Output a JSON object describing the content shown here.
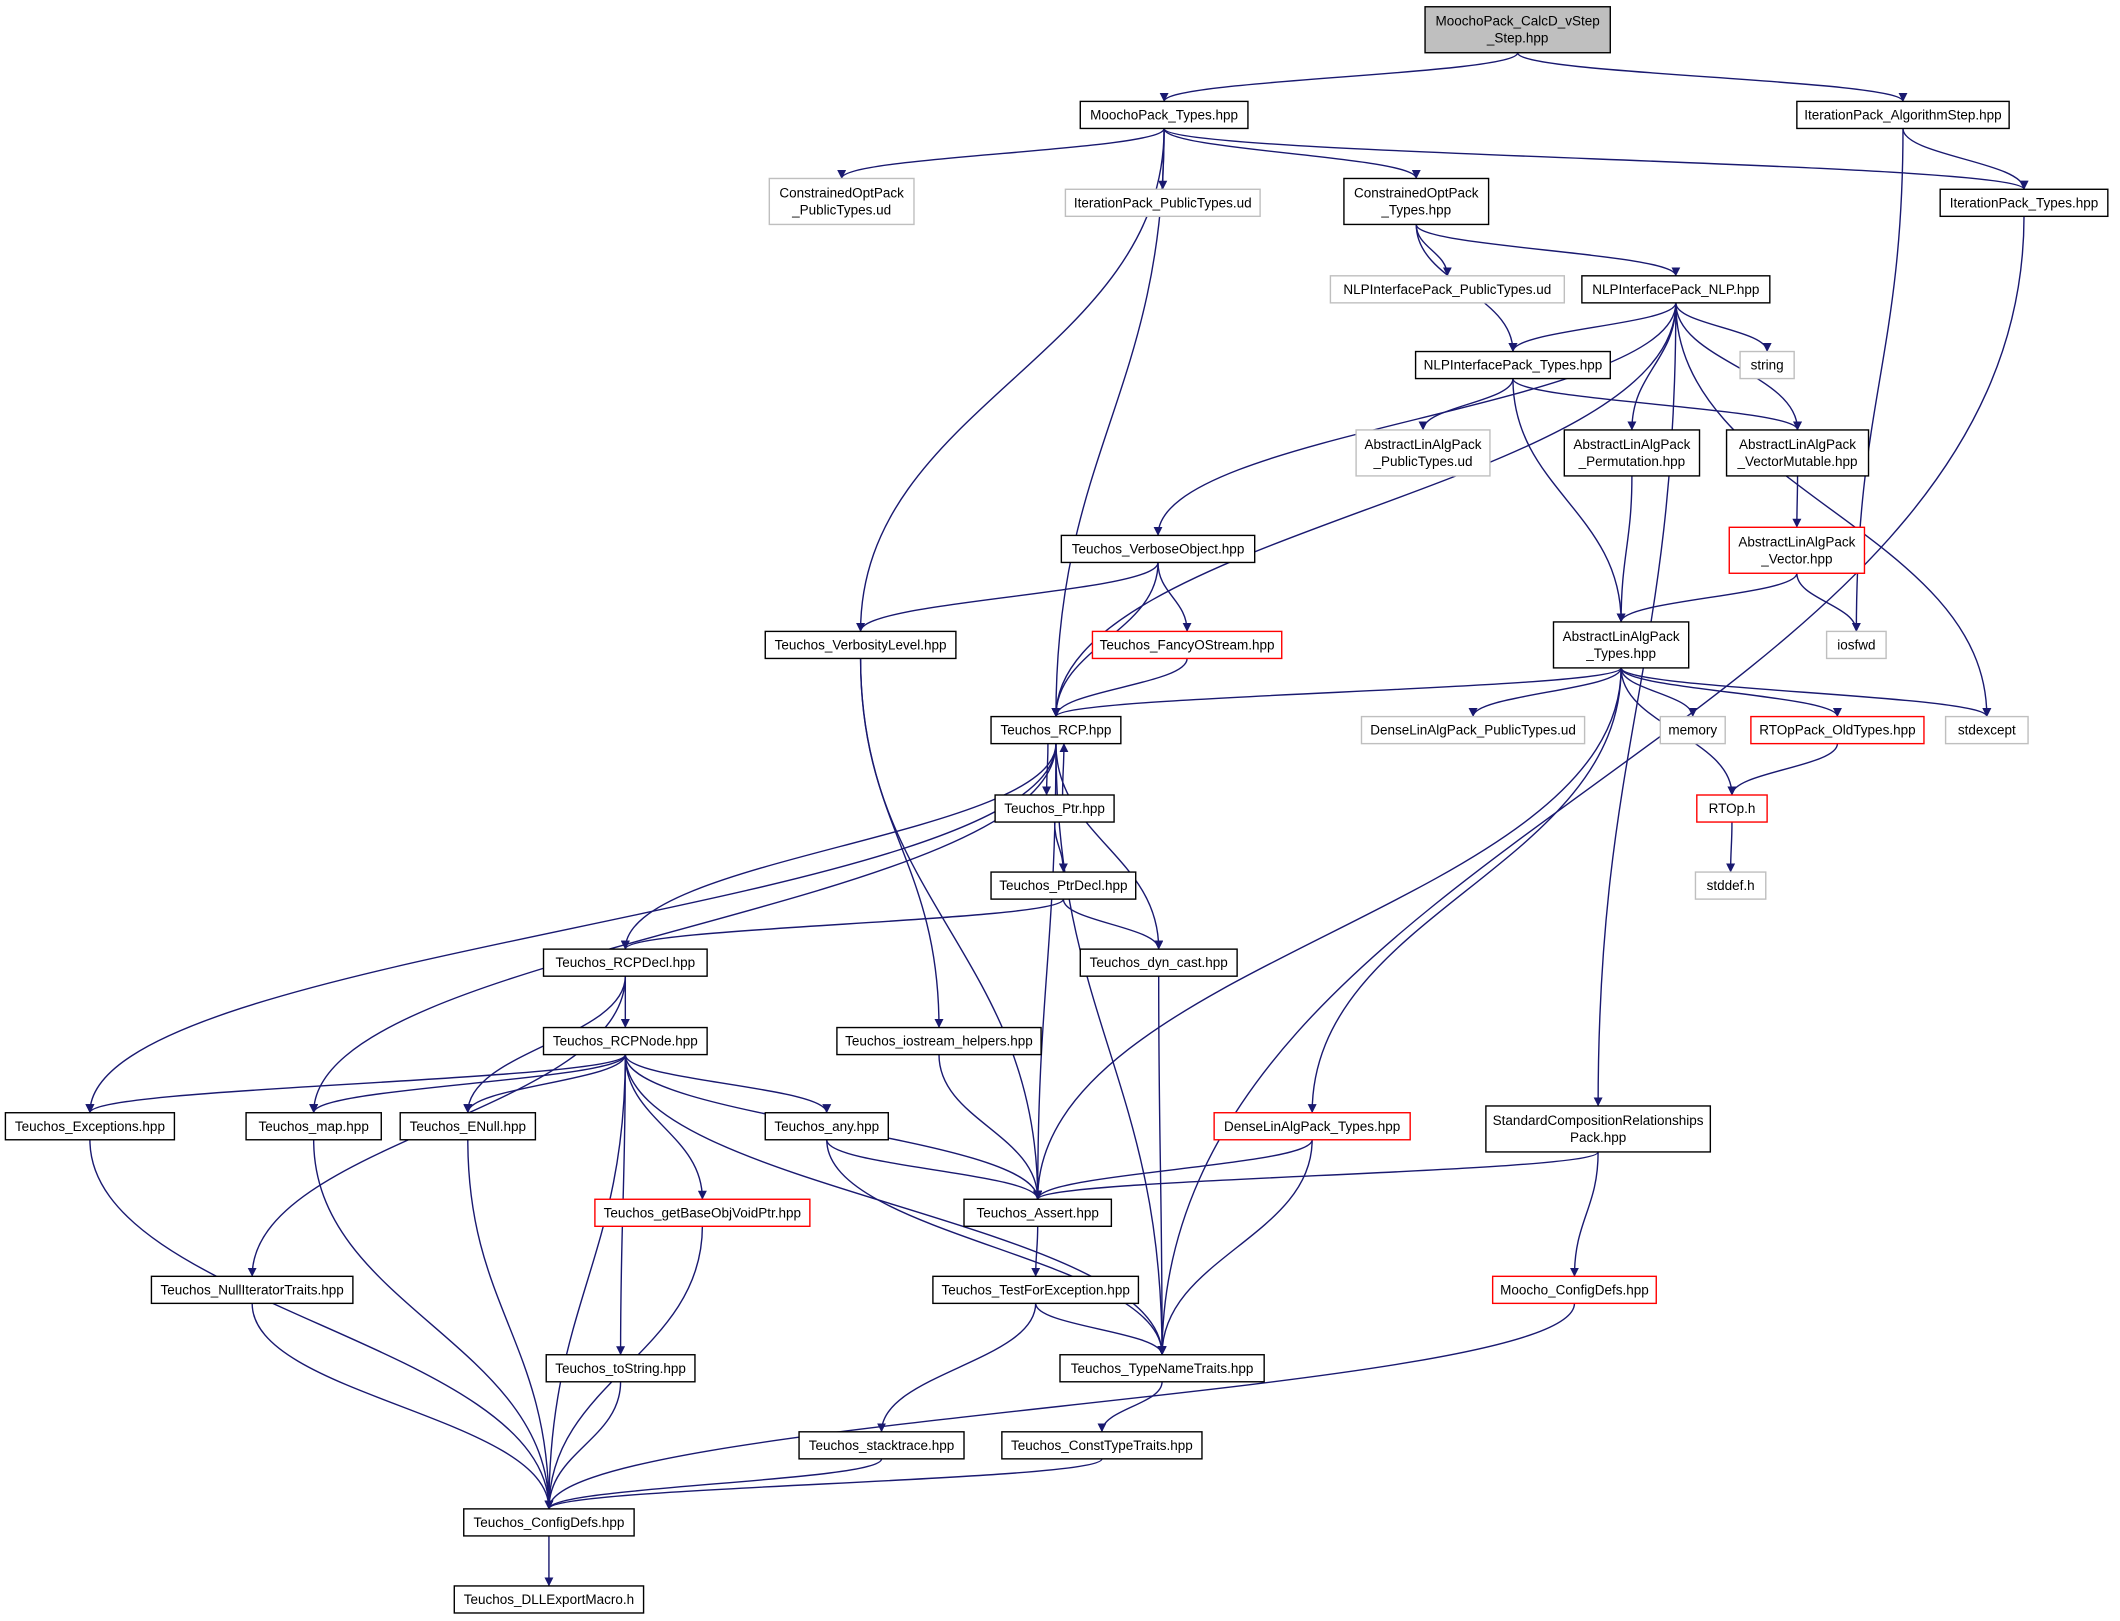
{
  "colors": {
    "edge": "#191970",
    "root_fill": "#bfbfbf",
    "normal_border": "#000000",
    "missing_border": "#bfbfbf",
    "truncated_border": "#ff0000",
    "text_missing": "#404040"
  },
  "nodes": [
    {
      "id": "root",
      "lines": [
        "MoochoPack_CalcD_vStep",
        "_Step.hpp"
      ],
      "kind": "root"
    },
    {
      "id": "moocho_types",
      "lines": [
        "MoochoPack_Types.hpp"
      ],
      "kind": "normal"
    },
    {
      "id": "iter_algstep",
      "lines": [
        "IterationPack_AlgorithmStep.hpp"
      ],
      "kind": "normal"
    },
    {
      "id": "copt_public",
      "lines": [
        "ConstrainedOptPack",
        "_PublicTypes.ud"
      ],
      "kind": "missing"
    },
    {
      "id": "iter_public",
      "lines": [
        "IterationPack_PublicTypes.ud"
      ],
      "kind": "missing"
    },
    {
      "id": "copt_types",
      "lines": [
        "ConstrainedOptPack",
        "_Types.hpp"
      ],
      "kind": "normal"
    },
    {
      "id": "iter_types",
      "lines": [
        "IterationPack_Types.hpp"
      ],
      "kind": "normal"
    },
    {
      "id": "nlp_public",
      "lines": [
        "NLPInterfacePack_PublicTypes.ud"
      ],
      "kind": "missing"
    },
    {
      "id": "nlp_nlp",
      "lines": [
        "NLPInterfacePack_NLP.hpp"
      ],
      "kind": "normal"
    },
    {
      "id": "string",
      "lines": [
        "string"
      ],
      "kind": "missing"
    },
    {
      "id": "nlp_types",
      "lines": [
        "NLPInterfacePack_Types.hpp"
      ],
      "kind": "normal"
    },
    {
      "id": "ala_public",
      "lines": [
        "AbstractLinAlgPack",
        "_PublicTypes.ud"
      ],
      "kind": "missing"
    },
    {
      "id": "ala_perm",
      "lines": [
        "AbstractLinAlgPack",
        "_Permutation.hpp"
      ],
      "kind": "normal"
    },
    {
      "id": "ala_vecmut",
      "lines": [
        "AbstractLinAlgPack",
        "_VectorMutable.hpp"
      ],
      "kind": "normal"
    },
    {
      "id": "ala_vector",
      "lines": [
        "AbstractLinAlgPack",
        "_Vector.hpp"
      ],
      "kind": "truncated"
    },
    {
      "id": "verbose_obj",
      "lines": [
        "Teuchos_VerboseObject.hpp"
      ],
      "kind": "normal"
    },
    {
      "id": "fancy",
      "lines": [
        "Teuchos_FancyOStream.hpp"
      ],
      "kind": "truncated"
    },
    {
      "id": "verb_level",
      "lines": [
        "Teuchos_VerbosityLevel.hpp"
      ],
      "kind": "normal"
    },
    {
      "id": "ala_types",
      "lines": [
        "AbstractLinAlgPack",
        "_Types.hpp"
      ],
      "kind": "normal"
    },
    {
      "id": "iosfwd",
      "lines": [
        "iosfwd"
      ],
      "kind": "missing"
    },
    {
      "id": "rcp",
      "lines": [
        "Teuchos_RCP.hpp"
      ],
      "kind": "normal"
    },
    {
      "id": "dense_public",
      "lines": [
        "DenseLinAlgPack_PublicTypes.ud"
      ],
      "kind": "missing"
    },
    {
      "id": "memory",
      "lines": [
        "memory"
      ],
      "kind": "missing"
    },
    {
      "id": "rtop_old",
      "lines": [
        "RTOpPack_OldTypes.hpp"
      ],
      "kind": "truncated"
    },
    {
      "id": "stdexcept",
      "lines": [
        "stdexcept"
      ],
      "kind": "missing"
    },
    {
      "id": "ptr",
      "lines": [
        "Teuchos_Ptr.hpp"
      ],
      "kind": "normal"
    },
    {
      "id": "rtop_h",
      "lines": [
        "RTOp.h"
      ],
      "kind": "truncated"
    },
    {
      "id": "ptrdecl",
      "lines": [
        "Teuchos_PtrDecl.hpp"
      ],
      "kind": "normal"
    },
    {
      "id": "stddef",
      "lines": [
        "stddef.h"
      ],
      "kind": "missing"
    },
    {
      "id": "rcpdecl",
      "lines": [
        "Teuchos_RCPDecl.hpp"
      ],
      "kind": "normal"
    },
    {
      "id": "dyn_cast",
      "lines": [
        "Teuchos_dyn_cast.hpp"
      ],
      "kind": "normal"
    },
    {
      "id": "rcpnode",
      "lines": [
        "Teuchos_RCPNode.hpp"
      ],
      "kind": "normal"
    },
    {
      "id": "iostream_helpers",
      "lines": [
        "Teuchos_iostream_helpers.hpp"
      ],
      "kind": "normal"
    },
    {
      "id": "exceptions",
      "lines": [
        "Teuchos_Exceptions.hpp"
      ],
      "kind": "normal"
    },
    {
      "id": "map",
      "lines": [
        "Teuchos_map.hpp"
      ],
      "kind": "normal"
    },
    {
      "id": "enull",
      "lines": [
        "Teuchos_ENull.hpp"
      ],
      "kind": "normal"
    },
    {
      "id": "any",
      "lines": [
        "Teuchos_any.hpp"
      ],
      "kind": "normal"
    },
    {
      "id": "dense_types",
      "lines": [
        "DenseLinAlgPack_Types.hpp"
      ],
      "kind": "truncated"
    },
    {
      "id": "std_comp",
      "lines": [
        "StandardCompositionRelationships",
        "Pack.hpp"
      ],
      "kind": "normal"
    },
    {
      "id": "getbase",
      "lines": [
        "Teuchos_getBaseObjVoidPtr.hpp"
      ],
      "kind": "truncated"
    },
    {
      "id": "assert",
      "lines": [
        "Teuchos_Assert.hpp"
      ],
      "kind": "normal"
    },
    {
      "id": "null_iter",
      "lines": [
        "Teuchos_NullIteratorTraits.hpp"
      ],
      "kind": "normal"
    },
    {
      "id": "test_exc",
      "lines": [
        "Teuchos_TestForException.hpp"
      ],
      "kind": "normal"
    },
    {
      "id": "moocho_config",
      "lines": [
        "Moocho_ConfigDefs.hpp"
      ],
      "kind": "truncated"
    },
    {
      "id": "tostring",
      "lines": [
        "Teuchos_toString.hpp"
      ],
      "kind": "normal"
    },
    {
      "id": "typename",
      "lines": [
        "Teuchos_TypeNameTraits.hpp"
      ],
      "kind": "normal"
    },
    {
      "id": "stacktrace",
      "lines": [
        "Teuchos_stacktrace.hpp"
      ],
      "kind": "normal"
    },
    {
      "id": "consttype",
      "lines": [
        "Teuchos_ConstTypeTraits.hpp"
      ],
      "kind": "normal"
    },
    {
      "id": "config",
      "lines": [
        "Teuchos_ConfigDefs.hpp"
      ],
      "kind": "normal"
    },
    {
      "id": "dllexport",
      "lines": [
        "Teuchos_DLLExportMacro.h"
      ],
      "kind": "normal"
    }
  ],
  "edges": [
    [
      "root",
      "moocho_types"
    ],
    [
      "root",
      "iter_algstep"
    ],
    [
      "moocho_types",
      "copt_public"
    ],
    [
      "moocho_types",
      "iter_public"
    ],
    [
      "moocho_types",
      "copt_types"
    ],
    [
      "moocho_types",
      "iter_types"
    ],
    [
      "moocho_types",
      "verb_level"
    ],
    [
      "moocho_types",
      "rcp"
    ],
    [
      "iter_algstep",
      "iter_types"
    ],
    [
      "iter_algstep",
      "iosfwd"
    ],
    [
      "iter_types",
      "typename"
    ],
    [
      "copt_types",
      "nlp_public"
    ],
    [
      "copt_types",
      "nlp_nlp"
    ],
    [
      "copt_types",
      "nlp_types"
    ],
    [
      "nlp_nlp",
      "nlp_types"
    ],
    [
      "nlp_nlp",
      "string"
    ],
    [
      "nlp_nlp",
      "ala_perm"
    ],
    [
      "nlp_nlp",
      "ala_vecmut"
    ],
    [
      "nlp_nlp",
      "verbose_obj"
    ],
    [
      "nlp_nlp",
      "rcp"
    ],
    [
      "nlp_nlp",
      "stdexcept"
    ],
    [
      "nlp_nlp",
      "std_comp"
    ],
    [
      "nlp_types",
      "ala_public"
    ],
    [
      "nlp_types",
      "ala_vecmut"
    ],
    [
      "nlp_types",
      "ala_types"
    ],
    [
      "ala_perm",
      "ala_types"
    ],
    [
      "ala_vecmut",
      "ala_vector"
    ],
    [
      "ala_vector",
      "ala_types"
    ],
    [
      "ala_vector",
      "iosfwd"
    ],
    [
      "verbose_obj",
      "verb_level"
    ],
    [
      "verbose_obj",
      "fancy"
    ],
    [
      "verbose_obj",
      "rcp"
    ],
    [
      "fancy",
      "rcp"
    ],
    [
      "verb_level",
      "assert"
    ],
    [
      "verb_level",
      "iostream_helpers"
    ],
    [
      "ala_types",
      "rcp"
    ],
    [
      "ala_types",
      "dense_public"
    ],
    [
      "ala_types",
      "memory"
    ],
    [
      "ala_types",
      "rtop_old"
    ],
    [
      "ala_types",
      "stdexcept"
    ],
    [
      "ala_types",
      "rtop_h"
    ],
    [
      "ala_types",
      "dense_types"
    ],
    [
      "ala_types",
      "assert"
    ],
    [
      "rtop_old",
      "rtop_h"
    ],
    [
      "rtop_h",
      "stddef"
    ],
    [
      "rcp",
      "ptr"
    ],
    [
      "ptr",
      "rcp"
    ],
    [
      "rcp",
      "exceptions"
    ],
    [
      "rcp",
      "map"
    ],
    [
      "rcp",
      "rcpdecl"
    ],
    [
      "rcp",
      "assert"
    ],
    [
      "rcp",
      "typename"
    ],
    [
      "rcp",
      "dyn_cast"
    ],
    [
      "ptr",
      "ptrdecl"
    ],
    [
      "ptrdecl",
      "rcpdecl"
    ],
    [
      "ptrdecl",
      "dyn_cast"
    ],
    [
      "rcpdecl",
      "rcpnode"
    ],
    [
      "rcpdecl",
      "enull"
    ],
    [
      "rcpdecl",
      "null_iter"
    ],
    [
      "dyn_cast",
      "typename"
    ],
    [
      "rcpnode",
      "exceptions"
    ],
    [
      "rcpnode",
      "map"
    ],
    [
      "rcpnode",
      "enull"
    ],
    [
      "rcpnode",
      "any"
    ],
    [
      "rcpnode",
      "getbase"
    ],
    [
      "rcpnode",
      "assert"
    ],
    [
      "rcpnode",
      "tostring"
    ],
    [
      "rcpnode",
      "typename"
    ],
    [
      "rcpnode",
      "config"
    ],
    [
      "iostream_helpers",
      "assert"
    ],
    [
      "any",
      "assert"
    ],
    [
      "any",
      "typename"
    ],
    [
      "dense_types",
      "assert"
    ],
    [
      "dense_types",
      "typename"
    ],
    [
      "std_comp",
      "assert"
    ],
    [
      "std_comp",
      "moocho_config"
    ],
    [
      "assert",
      "test_exc"
    ],
    [
      "test_exc",
      "typename"
    ],
    [
      "test_exc",
      "stacktrace"
    ],
    [
      "typename",
      "consttype"
    ],
    [
      "exceptions",
      "config"
    ],
    [
      "map",
      "config"
    ],
    [
      "enull",
      "config"
    ],
    [
      "getbase",
      "config"
    ],
    [
      "null_iter",
      "config"
    ],
    [
      "tostring",
      "config"
    ],
    [
      "stacktrace",
      "config"
    ],
    [
      "consttype",
      "config"
    ],
    [
      "moocho_config",
      "config"
    ],
    [
      "config",
      "dllexport"
    ]
  ]
}
